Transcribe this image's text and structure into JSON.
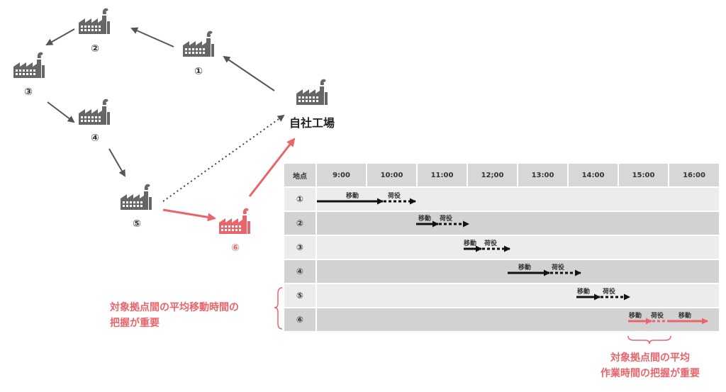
{
  "nodes": {
    "n1": "①",
    "n2": "②",
    "n3": "③",
    "n4": "④",
    "n5": "⑤",
    "n6": "⑥",
    "hq": "自社工場"
  },
  "table": {
    "corner": "地点",
    "times": [
      "9:00",
      "10:00",
      "11:00",
      "12;00",
      "13:00",
      "14:00",
      "15:00",
      "16:00"
    ],
    "rows": [
      "①",
      "②",
      "③",
      "④",
      "⑤",
      "⑥"
    ]
  },
  "task_labels": {
    "move": "移動",
    "load": "荷役"
  },
  "notes": {
    "left_line1": "対象拠点間の平均移動時間の",
    "left_line2": "把握が重要",
    "bottom_line1": "対象拠点間の平均",
    "bottom_line2": "作業時間の把握が重要"
  },
  "colors": {
    "accent": "#e8656b",
    "icon": "#666666",
    "dark": "#111111"
  }
}
